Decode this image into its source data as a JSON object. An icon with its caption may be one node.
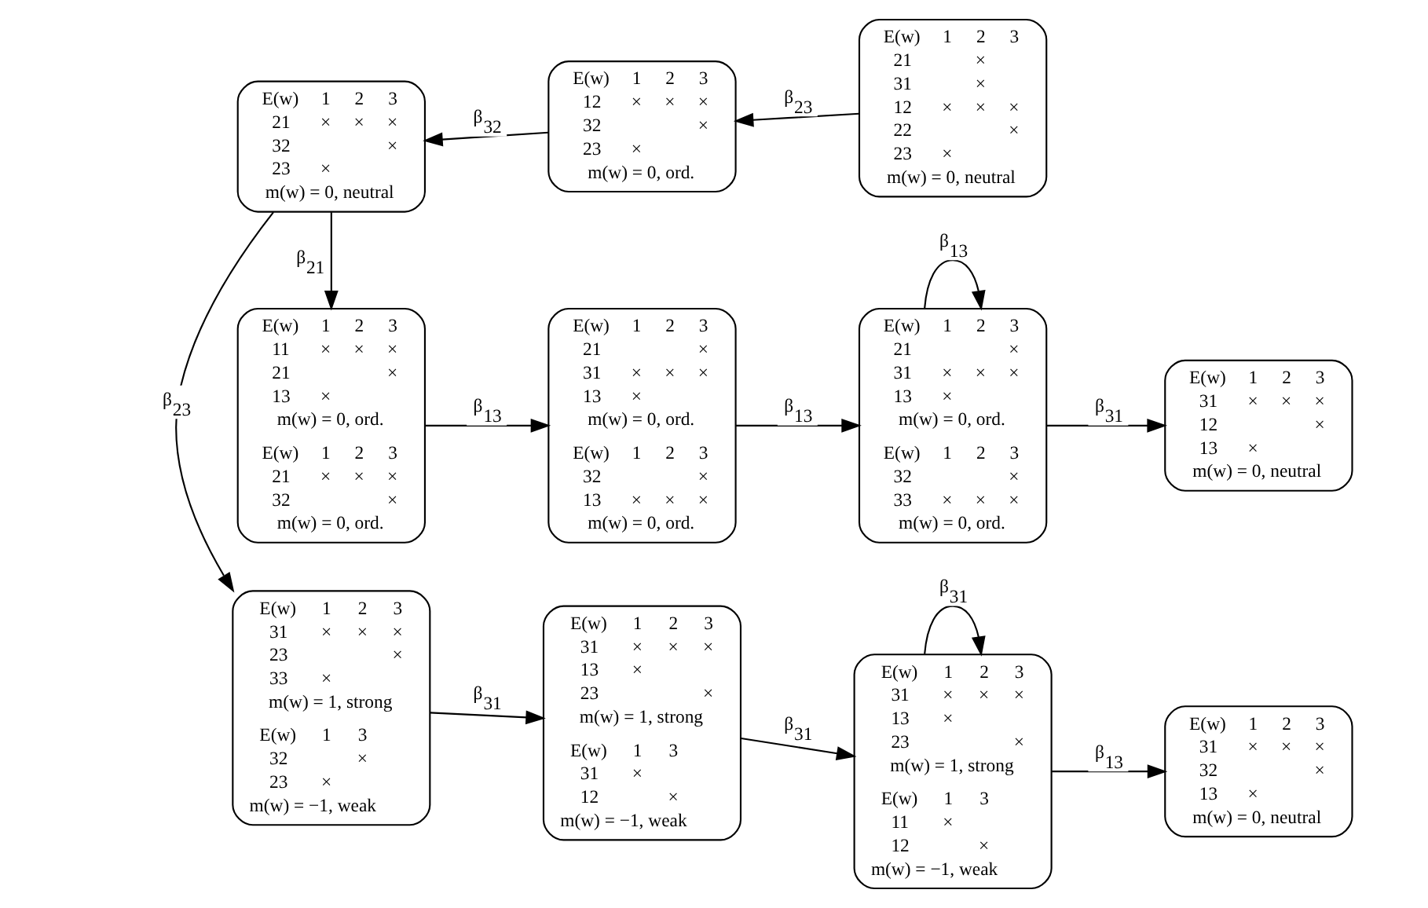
{
  "diagram": {
    "nodes": [
      {
        "text": [
          "E(w) 1 2 3",
          "21 × × ×",
          "32 ×",
          "23 ×",
          "m(w) = 0, neutral"
        ]
      },
      {
        "text": [
          "E(w) 1 2 3",
          "12 × × ×",
          "32 ×",
          "23 ×",
          "m(w) = 0, ord."
        ]
      },
      {
        "text": [
          "E(w) 1 2 3",
          "21 ×",
          "31 ×",
          "12 × × ×",
          "22 ×",
          "23 ×",
          "m(w) = 0, neutral"
        ]
      },
      {
        "text": [
          "E(w) 1 2 3",
          "31 × × ×",
          "23 ×",
          "33 ×",
          "m(w) = 1, strong",
          "E(w) 1 3",
          "32 ×",
          "23 ×",
          "m(w) = −1, weak"
        ]
      },
      {
        "text": [
          "E(w) 1 2 3",
          "31 × × ×",
          "13 ×",
          "23 ×",
          "m(w) = 1, strong",
          "E(w) 1 3",
          "31 ×",
          "12 ×",
          "m(w) = −1, weak"
        ]
      },
      {
        "text": [
          "E(w) 1 2 3",
          "31 × × ×",
          "13 ×",
          "23 ×",
          "m(w) = 1, strong",
          "E(w) 1 3",
          "11 ×",
          "12 ×",
          "m(w) = −1, weak"
        ]
      },
      {
        "text": [
          "E(w) 1 2 3",
          "31 × × ×",
          "32 ×",
          "13 ×",
          "m(w) = 0, neutral"
        ]
      },
      {
        "text": [
          "E(w) 1 2 3",
          "11 × × ×",
          "21 ×",
          "13 ×",
          "m(w) = 0, ord.",
          "E(w) 1 2 3",
          "21 × × ×",
          "32 ×",
          "m(w) = 0, ord."
        ]
      },
      {
        "text": [
          "E(w) 1 2 3",
          "21 ×",
          "31 × × ×",
          "13 ×",
          "m(w) = 0, ord.",
          "E(w) 1 2 3",
          "32 ×",
          "13 × × ×",
          "m(w) = 0, ord."
        ]
      },
      {
        "text": [
          "E(w) 1 2 3",
          "21 ×",
          "31 × × ×",
          "13 ×",
          "m(w) = 0, ord.",
          "E(w) 1 2 3",
          "32 ×",
          "33 × × ×",
          "m(w) = 0, ord."
        ]
      },
      {
        "text": [
          "E(w) 1 2 3",
          "31 × × ×",
          "12 ×",
          "13 ×",
          "m(w) = 0, neutral"
        ]
      }
    ],
    "edges": [
      {
        "from": 2,
        "to": 1,
        "arrow": "to",
        "label": "β$_{23}$"
      },
      {
        "from": 1,
        "to": 0,
        "arrow": "to",
        "label": "β$_{32}$"
      },
      {
        "from": 0,
        "to": 3,
        "arrow": "to",
        "label": "β$_{23}$"
      },
      {
        "from": 0,
        "to": 7,
        "arrow": "to",
        "label": "β$_{21}$"
      },
      {
        "from": 3,
        "to": 4,
        "arrow": "to",
        "label": "β$_{31}$"
      },
      {
        "from": 4,
        "to": 5,
        "arrow": "to",
        "label": "β$_{31}$"
      },
      {
        "from": 5,
        "to": 5,
        "arrow": "to",
        "label": "β$_{31}$"
      },
      {
        "from": 5,
        "to": 6,
        "arrow": "to",
        "label": "β$_{13}$"
      },
      {
        "from": 7,
        "to": 8,
        "arrow": "to",
        "label": "β$_{13}$"
      },
      {
        "from": 8,
        "to": 9,
        "arrow": "to",
        "label": "β$_{13}$"
      },
      {
        "from": 9,
        "to": 9,
        "arrow": "to",
        "label": "β$_{13}$"
      },
      {
        "from": 9,
        "to": 10,
        "arrow": "to",
        "label": "β$_{31}$"
      }
    ]
  }
}
